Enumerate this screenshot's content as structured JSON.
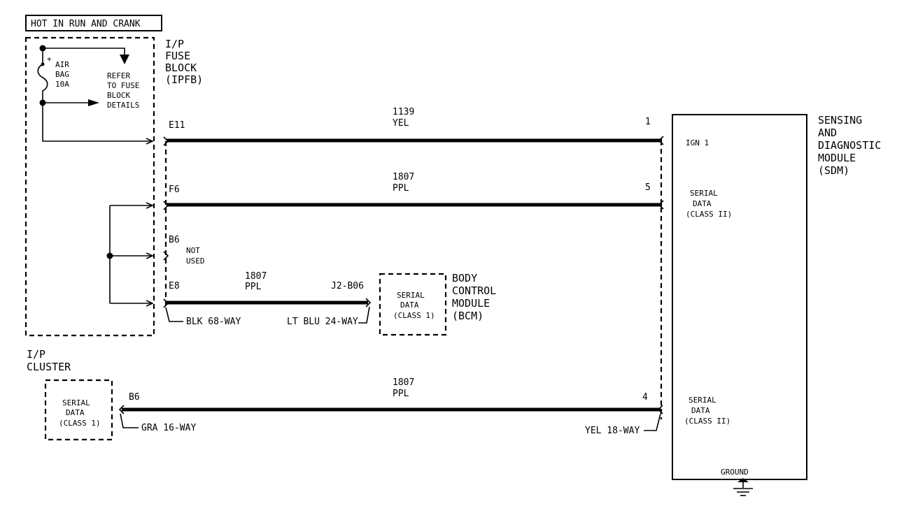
{
  "header": {
    "label": "HOT IN RUN AND CRANK"
  },
  "fuse_block": {
    "title": [
      "I/P",
      "FUSE",
      "BLOCK",
      "(IPFB)"
    ],
    "fuse_label": [
      "AIR",
      "BAG",
      "10A"
    ],
    "fuse_mark": "+",
    "refer": [
      "REFER",
      "TO FUSE",
      "BLOCK",
      "DETAILS"
    ],
    "connector_note": "BLK 68-WAY"
  },
  "pins": {
    "e11": "E11",
    "f6": "F6",
    "b6": "B6",
    "b6_note": [
      "NOT",
      "USED"
    ],
    "e8": "E8"
  },
  "wires": {
    "w1139": {
      "circuit": "1139",
      "color": "YEL"
    },
    "w1807_f6": {
      "circuit": "1807",
      "color": "PPL"
    },
    "w1807_e8": {
      "circuit": "1807",
      "color": "PPL"
    },
    "w1807_cluster": {
      "circuit": "1807",
      "color": "PPL"
    }
  },
  "bcm": {
    "pin": "J2-B06",
    "connector_note": "LT BLU 24-WAY",
    "inner": [
      "SERIAL",
      "DATA",
      "(CLASS 1)"
    ],
    "title": [
      "BODY",
      "CONTROL",
      "MODULE",
      "(BCM)"
    ]
  },
  "cluster": {
    "title": [
      "I/P",
      "CLUSTER"
    ],
    "pin": "B6",
    "connector_note": "GRA 16-WAY",
    "inner": [
      "SERIAL",
      "DATA",
      "(CLASS 1)"
    ]
  },
  "sdm": {
    "title": [
      "SENSING",
      "AND",
      "DIAGNOSTIC",
      "MODULE",
      "(SDM)"
    ],
    "pin1": "1",
    "pin5": "5",
    "pin4": "4",
    "ign": "IGN 1",
    "serial_top": [
      "SERIAL",
      "DATA",
      "(CLASS II)"
    ],
    "serial_bottom": [
      "SERIAL",
      "DATA",
      "(CLASS II)"
    ],
    "connector_note": "YEL 18-WAY",
    "ground": "GROUND"
  }
}
